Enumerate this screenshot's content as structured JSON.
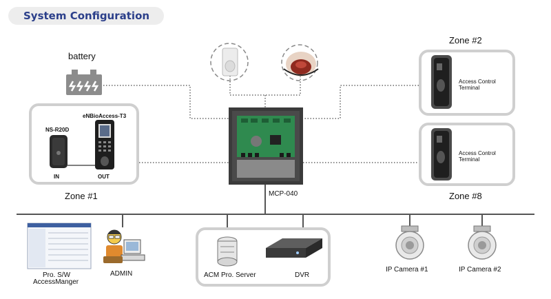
{
  "header": {
    "title": "System Configuration"
  },
  "devices": {
    "battery": "battery",
    "ns_r20d": "NS-R20D",
    "enbioaccess": "eNBioAccess-T3",
    "in_label": "IN",
    "out_label": "OUT",
    "zone1": "Zone #1",
    "zone2": "Zone #2",
    "zone8": "Zone #8",
    "terminal_zone2": "Access Control Terminal",
    "terminal_zone8": "Access Control Terminal",
    "mcp": "MCP-040",
    "pro_sw": "Pro. S/W",
    "access_manger": "AccessManger",
    "admin": "ADMIN",
    "acm_server": "ACM Pro. Server",
    "dvr": "DVR",
    "ip_cam1": "IP Camera #1",
    "ip_cam2": "IP Camera #2"
  },
  "colors": {
    "title": "#2b3f8a",
    "box_border": "#cfcfcf",
    "panel": "#3b3b3b",
    "board": "#2f8a4f",
    "line": "#555555",
    "dotted": "#666666"
  }
}
